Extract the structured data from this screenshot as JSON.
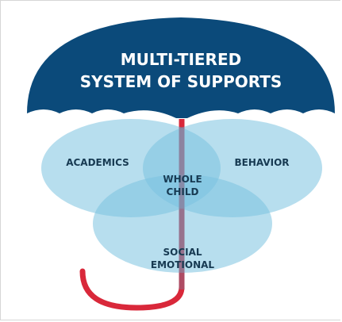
{
  "umbrella": {
    "title_line1": "MULTI-TIERED",
    "title_line2": "SYSTEM OF SUPPORTS",
    "canopy_color": "#0b4a7a",
    "handle_color": "#d9283a"
  },
  "circles": {
    "left_label": "ACADEMICS",
    "right_label": "BEHAVIOR",
    "center_line1": "WHOLE",
    "center_line2": "CHILD",
    "bottom_line1": "SOCIAL",
    "bottom_line2": "EMOTIONAL",
    "fill_color": "#7cc3e0"
  }
}
